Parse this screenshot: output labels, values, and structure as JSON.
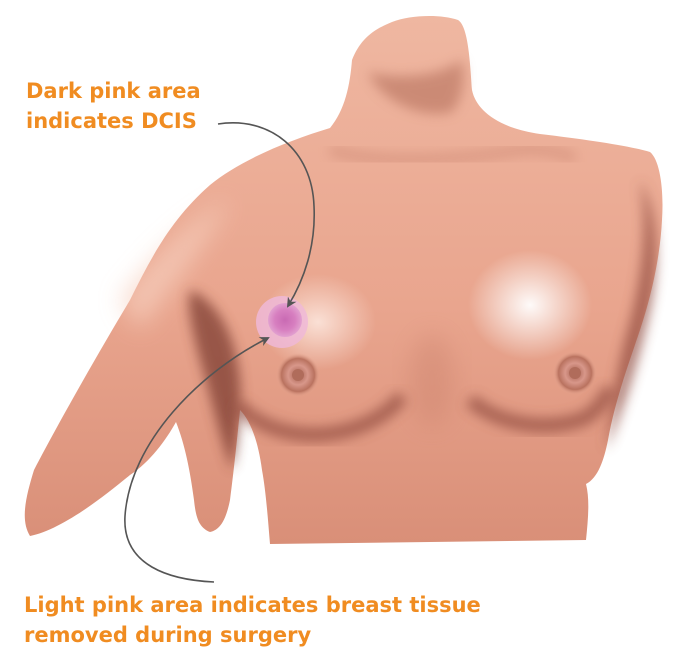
{
  "labels": {
    "dcis_line1": "Dark pink area",
    "dcis_line2": "indicates DCIS",
    "tissue_line1": "Light pink area indicates breast tissue",
    "tissue_line2": "removed during surgery"
  },
  "colors": {
    "label_text": "#f08c21",
    "skin_base": "#e9a58e",
    "skin_light": "#f8d6c8",
    "skin_shadow": "#a85e4c",
    "dcis_area": "#d77fc0",
    "removed_tissue_area": "#eeb9d7",
    "nipple": "#b9725f",
    "arrow": "#555555"
  }
}
